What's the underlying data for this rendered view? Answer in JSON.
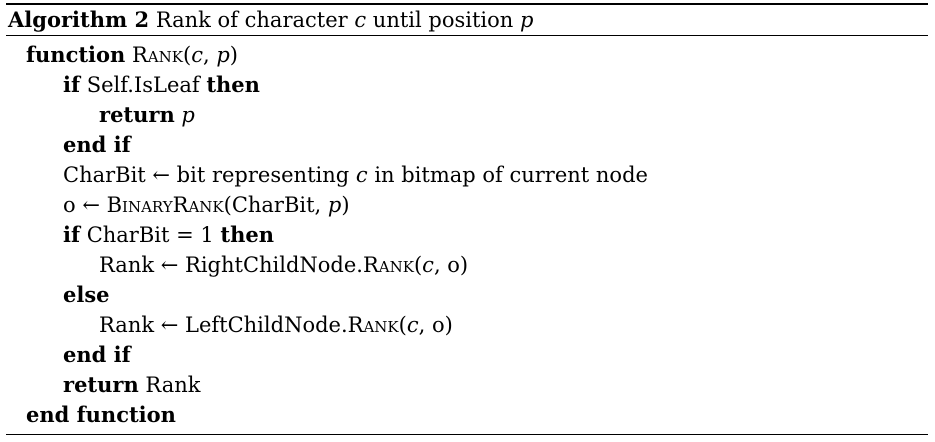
{
  "caption": {
    "label": "Algorithm 2",
    "text_before": "Rank of character ",
    "var_c": "c",
    "text_middle": " until position ",
    "var_p": "p"
  },
  "lines": [
    {
      "kw1": "function",
      "name": "Rank",
      "args_open": "(",
      "a1": "c",
      "sep": ", ",
      "a2": "p",
      "args_close": ")"
    },
    {
      "kw1": "if",
      "text": " Self.IsLeaf ",
      "kw2": "then"
    },
    {
      "kw1": "return",
      "var": "p"
    },
    {
      "kw1": "end if"
    },
    {
      "text1": "CharBit ← bit representing ",
      "var": "c",
      "text2": " in bitmap of current node"
    },
    {
      "text1": "o ← ",
      "name": "BinaryRank",
      "text2": "(CharBit, ",
      "var": "p",
      "text3": ")"
    },
    {
      "kw1": "if",
      "text": " CharBit = 1 ",
      "kw2": "then"
    },
    {
      "text1": "Rank ← RightChildNode.",
      "name": "Rank",
      "text2": "(",
      "var": "c",
      "text3": ", o)"
    },
    {
      "kw1": "else"
    },
    {
      "text1": "Rank ← LeftChildNode.",
      "name": "Rank",
      "text2": "(",
      "var": "c",
      "text3": ", o)"
    },
    {
      "kw1": "end if"
    },
    {
      "kw1": "return",
      "text": " Rank"
    },
    {
      "kw1": "end function"
    }
  ]
}
